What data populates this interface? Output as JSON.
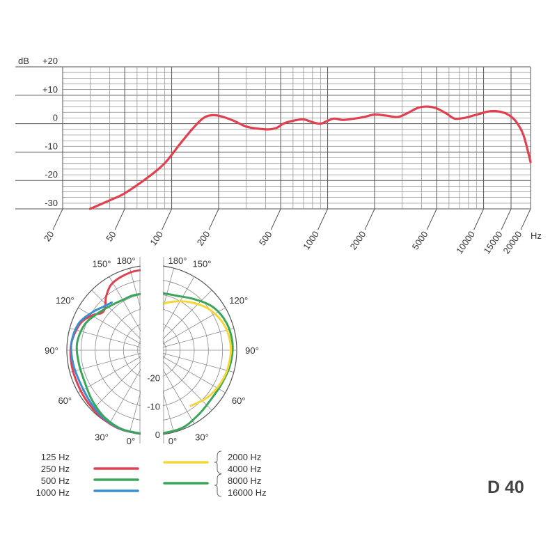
{
  "model": "D 40",
  "chart_data": [
    {
      "type": "line",
      "ylabel": "dB",
      "xlabel": "Hz",
      "x_scale": "log",
      "xlim": [
        20,
        20000
      ],
      "ylim": [
        -30,
        20
      ],
      "yticks": [
        {
          "value": 20,
          "label": "+20"
        },
        {
          "value": 10,
          "label": "+10"
        },
        {
          "value": 0,
          "label": "0"
        },
        {
          "value": -10,
          "label": "-10"
        },
        {
          "value": -20,
          "label": "-20"
        },
        {
          "value": -30,
          "label": "-30"
        }
      ],
      "xticks": [
        {
          "value": 20,
          "label": "20"
        },
        {
          "value": 50,
          "label": "50"
        },
        {
          "value": 100,
          "label": "100"
        },
        {
          "value": 200,
          "label": "200"
        },
        {
          "value": 500,
          "label": "500"
        },
        {
          "value": 1000,
          "label": "1000"
        },
        {
          "value": 2000,
          "label": "2000"
        },
        {
          "value": 5000,
          "label": "5000"
        },
        {
          "value": 10000,
          "label": "10000"
        },
        {
          "value": 15000,
          "label": "15000"
        },
        {
          "value": 20000,
          "label": "20000"
        }
      ],
      "grid": true,
      "series": [
        {
          "color": "#e0404f",
          "points": [
            [
              30,
              -30
            ],
            [
              40,
              -27
            ],
            [
              50,
              -24.5
            ],
            [
              70,
              -19
            ],
            [
              90,
              -14
            ],
            [
              110,
              -8
            ],
            [
              135,
              -2
            ],
            [
              160,
              2
            ],
            [
              185,
              3
            ],
            [
              210,
              2.5
            ],
            [
              250,
              1
            ],
            [
              300,
              -1
            ],
            [
              360,
              -1.8
            ],
            [
              420,
              -2
            ],
            [
              470,
              -1.5
            ],
            [
              520,
              0
            ],
            [
              600,
              1
            ],
            [
              700,
              1.5
            ],
            [
              800,
              0.5
            ],
            [
              900,
              0
            ],
            [
              1000,
              1
            ],
            [
              1100,
              1.8
            ],
            [
              1250,
              1.3
            ],
            [
              1450,
              1.7
            ],
            [
              1700,
              2.3
            ],
            [
              2000,
              3.2
            ],
            [
              2400,
              2.8
            ],
            [
              2800,
              2.3
            ],
            [
              3200,
              3.5
            ],
            [
              3800,
              5.6
            ],
            [
              4400,
              6
            ],
            [
              5000,
              5.4
            ],
            [
              5800,
              3.5
            ],
            [
              6500,
              1.8
            ],
            [
              7500,
              2
            ],
            [
              8500,
              2.8
            ],
            [
              9500,
              3.5
            ],
            [
              10500,
              4.2
            ],
            [
              12000,
              4.4
            ],
            [
              14000,
              3.5
            ],
            [
              16000,
              1
            ],
            [
              18000,
              -4
            ],
            [
              20000,
              -13.5
            ]
          ]
        }
      ]
    },
    {
      "type": "polar",
      "angle_unit": "deg",
      "rlim": [
        -30,
        0
      ],
      "radial_ticks": [
        {
          "value": -20,
          "label": "-20"
        },
        {
          "value": -10,
          "label": "-10"
        },
        {
          "value": 0,
          "label": "0"
        }
      ],
      "angle_ticks": [
        {
          "value": 0,
          "label": "0°"
        },
        {
          "value": 30,
          "label": "30°"
        },
        {
          "value": 60,
          "label": "60°"
        },
        {
          "value": 90,
          "label": "90°"
        },
        {
          "value": 120,
          "label": "120°"
        },
        {
          "value": 150,
          "label": "150°"
        },
        {
          "value": 180,
          "label": "180°"
        }
      ],
      "legend": {
        "left_labels": [
          "125 Hz",
          "250 Hz",
          "500 Hz",
          "1000 Hz"
        ],
        "right_labels": [
          "2000 Hz",
          "4000 Hz",
          "8000 Hz",
          "16000 Hz"
        ]
      },
      "series": [
        {
          "side": "left",
          "color": "#e0404f",
          "points": [
            [
              0,
              0
            ],
            [
              20,
              0
            ],
            [
              35,
              -0.3
            ],
            [
              50,
              -0.8
            ],
            [
              65,
              -1.2
            ],
            [
              80,
              -1.2
            ],
            [
              95,
              -1.5
            ],
            [
              110,
              -3
            ],
            [
              120,
              -5.5
            ],
            [
              127,
              -8
            ],
            [
              133,
              -7.5
            ],
            [
              140,
              -5
            ],
            [
              150,
              -2.5
            ],
            [
              165,
              -1.5
            ],
            [
              180,
              -1.2
            ]
          ]
        },
        {
          "side": "left",
          "color": "#3a8fd0",
          "points": [
            [
              0,
              0
            ],
            [
              20,
              -0.1
            ],
            [
              35,
              -0.6
            ],
            [
              50,
              -1.6
            ],
            [
              65,
              -2.2
            ],
            [
              80,
              -1.8
            ],
            [
              95,
              -1.5
            ],
            [
              110,
              -2.5
            ],
            [
              122,
              -5
            ],
            [
              132,
              -7
            ],
            [
              140,
              -8
            ]
          ]
        },
        {
          "side": "left",
          "color": "#3aa65a",
          "points": [
            [
              0,
              0
            ],
            [
              20,
              -0.2
            ],
            [
              35,
              -1
            ],
            [
              50,
              -2.5
            ],
            [
              65,
              -3.8
            ],
            [
              80,
              -3.8
            ],
            [
              95,
              -3.5
            ],
            [
              110,
              -4.5
            ],
            [
              122,
              -6.5
            ],
            [
              132,
              -8
            ],
            [
              142,
              -9
            ],
            [
              150,
              -9.5
            ],
            [
              160,
              -9.5
            ],
            [
              170,
              -9.8
            ],
            [
              180,
              -10
            ]
          ]
        },
        {
          "side": "right",
          "color": "#3aa65a",
          "points": [
            [
              0,
              0
            ],
            [
              20,
              -0.5
            ],
            [
              35,
              -1.8
            ],
            [
              50,
              -2.8
            ],
            [
              65,
              -2.6
            ],
            [
              80,
              -1.8
            ],
            [
              95,
              -1.4
            ],
            [
              110,
              -1.9
            ],
            [
              125,
              -3.5
            ],
            [
              140,
              -6.5
            ],
            [
              155,
              -8.8
            ],
            [
              170,
              -9.5
            ],
            [
              180,
              -9.5
            ]
          ]
        },
        {
          "side": "right",
          "color": "#f5d63a",
          "points": [
            [
              35,
              -6
            ],
            [
              50,
              -4.2
            ],
            [
              65,
              -3
            ],
            [
              80,
              -2.3
            ],
            [
              95,
              -2.1
            ],
            [
              110,
              -3
            ],
            [
              125,
              -5
            ],
            [
              140,
              -8
            ],
            [
              155,
              -11
            ],
            [
              170,
              -13.5
            ],
            [
              180,
              -14
            ]
          ]
        }
      ]
    }
  ]
}
